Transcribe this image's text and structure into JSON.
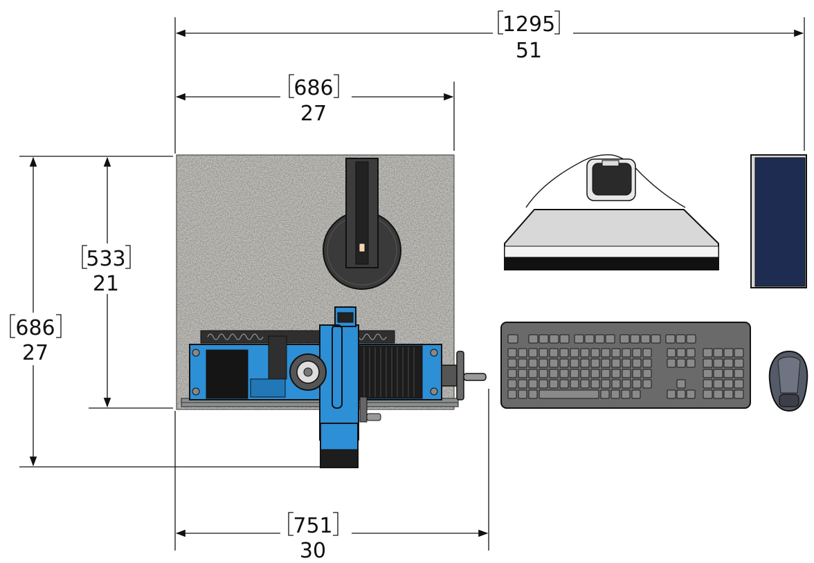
{
  "dimensions": {
    "overall_width": {
      "mm": "1295",
      "in": "51"
    },
    "table_width": {
      "mm": "686",
      "in": "27"
    },
    "table_depth": {
      "mm": "533",
      "in": "21"
    },
    "total_depth": {
      "mm": "686",
      "in": "27"
    },
    "machine_width": {
      "mm": "751",
      "in": "30"
    }
  },
  "colors": {
    "granite_base": "#8f8d88",
    "machine_blue": "#2d8fd6",
    "dark_part": "#2f2f2f",
    "monitor_body": "#d8d8d8",
    "tower_panel": "#1f2c52",
    "keyboard_body": "#6a6a6a",
    "mouse_body": "#555a68"
  },
  "components": [
    "granite-table-icon",
    "cmm-machine-icon",
    "monitor-icon",
    "pc-tower-icon",
    "keyboard-icon",
    "mouse-icon"
  ]
}
